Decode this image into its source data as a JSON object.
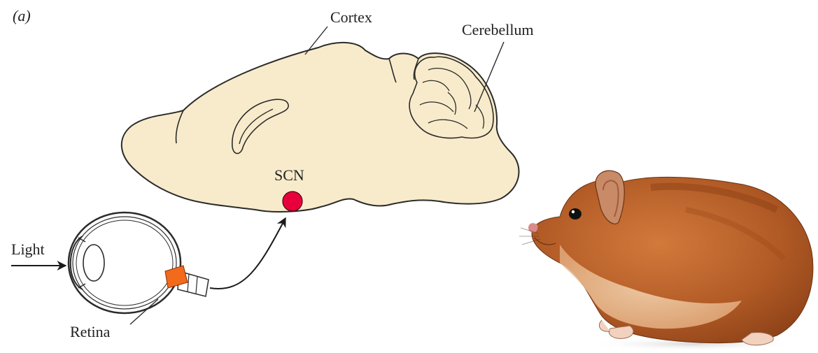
{
  "panel_label": "(a)",
  "labels": {
    "cortex": "Cortex",
    "cerebellum": "Cerebellum",
    "scn": "SCN",
    "light": "Light",
    "retina": "Retina"
  },
  "colors": {
    "brain_fill": "#F8EBCB",
    "outline": "#2b2b2b",
    "scn_dot": "#E8003D",
    "retina_patch": "#F26A1B",
    "hamster_body": "#B85E28"
  },
  "icons": {
    "brain": "rodent-brain-sagittal",
    "eye": "eye-cross-section",
    "animal": "hamster"
  }
}
